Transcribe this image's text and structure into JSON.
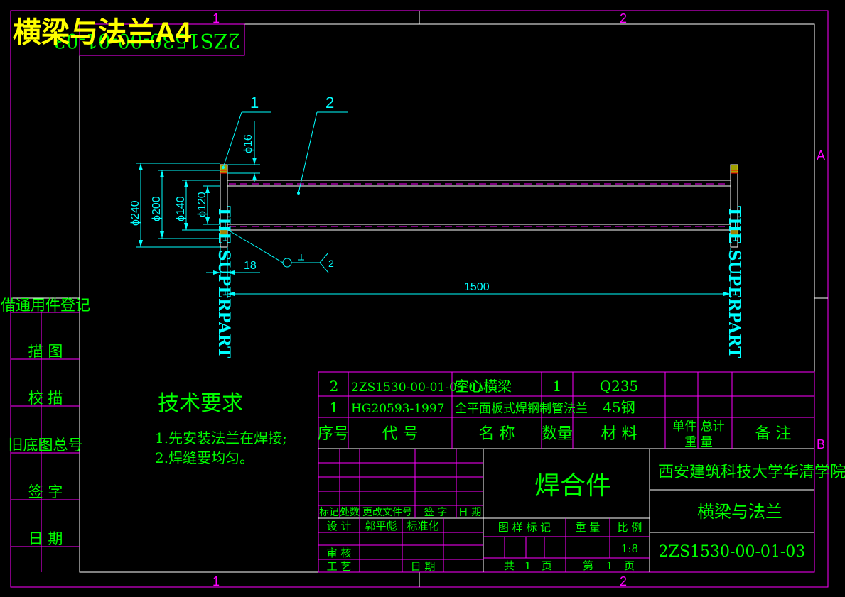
{
  "header": {
    "title": "横梁与法兰A4",
    "mirrored_code": "2ZS1530-00-01-03"
  },
  "frame": {
    "zone_top": [
      "1",
      "2"
    ],
    "zone_bottom": [
      "1",
      "2"
    ],
    "zone_right": [
      "A",
      "B"
    ]
  },
  "drawing": {
    "callouts": [
      "1",
      "2"
    ],
    "dims": {
      "phi16": "ϕ16",
      "phi240": "ϕ240",
      "phi200": "ϕ200",
      "phi140": "ϕ140",
      "phi120": "ϕ120",
      "flange_thk": "18",
      "length": "1500"
    },
    "weld_symbol": "2",
    "watermark": "THE SUPERPART"
  },
  "side_column": [
    "借通用件登记",
    "描 图",
    "校 描",
    "旧底图总号",
    "签 字",
    "日 期"
  ],
  "tech_req": {
    "title": "技术要求",
    "items": [
      "1.先安装法兰在焊接;",
      "2.焊缝要均匀。"
    ]
  },
  "bom": {
    "rows": [
      {
        "no": "2",
        "code": "2ZS1530-00-01-03-01",
        "name": "空心横梁",
        "qty": "1",
        "material": "Q235"
      },
      {
        "no": "1",
        "code": "HG20593-1997",
        "name": "全平面板式焊钢制管法兰",
        "qty": "",
        "material": "45钢"
      }
    ],
    "header": {
      "no": "序号",
      "code": "代 号",
      "name": "名 称",
      "qty": "数量",
      "material": "材 料",
      "weight_top": "单件 总计",
      "weight_bottom": "重 量",
      "remark": "备 注"
    }
  },
  "title_block": {
    "drawing_name": "焊合件",
    "school": "西安建筑科技大学华清学院",
    "part_name": "横梁与法兰",
    "drawing_no": "2ZS1530-00-01-03",
    "rev_labels": [
      "标记",
      "处数",
      "更改文件号",
      "签 字",
      "日 期"
    ],
    "design_label": "设 计",
    "designer": "郭平彪",
    "standard_label": "标准化",
    "check_label": "审 核",
    "process_label": "工 艺",
    "date_label": "日 期",
    "stage_label": "图 样 标 记",
    "weight_label": "重 量",
    "scale_label": "比 例",
    "scale": "1:8",
    "total_label": "共",
    "total_value": "1",
    "page_unit": "页",
    "sheet_label": "第",
    "sheet_value": "1",
    "sheet_unit": "页"
  },
  "colors": {
    "background": "#000000",
    "frame": "#ff00ff",
    "text_green": "#00ff00",
    "dim_cyan": "#00ffff",
    "title_yellow": "#ffff00",
    "outline": "#ffffff",
    "hidden_line": "#ff00ff"
  }
}
